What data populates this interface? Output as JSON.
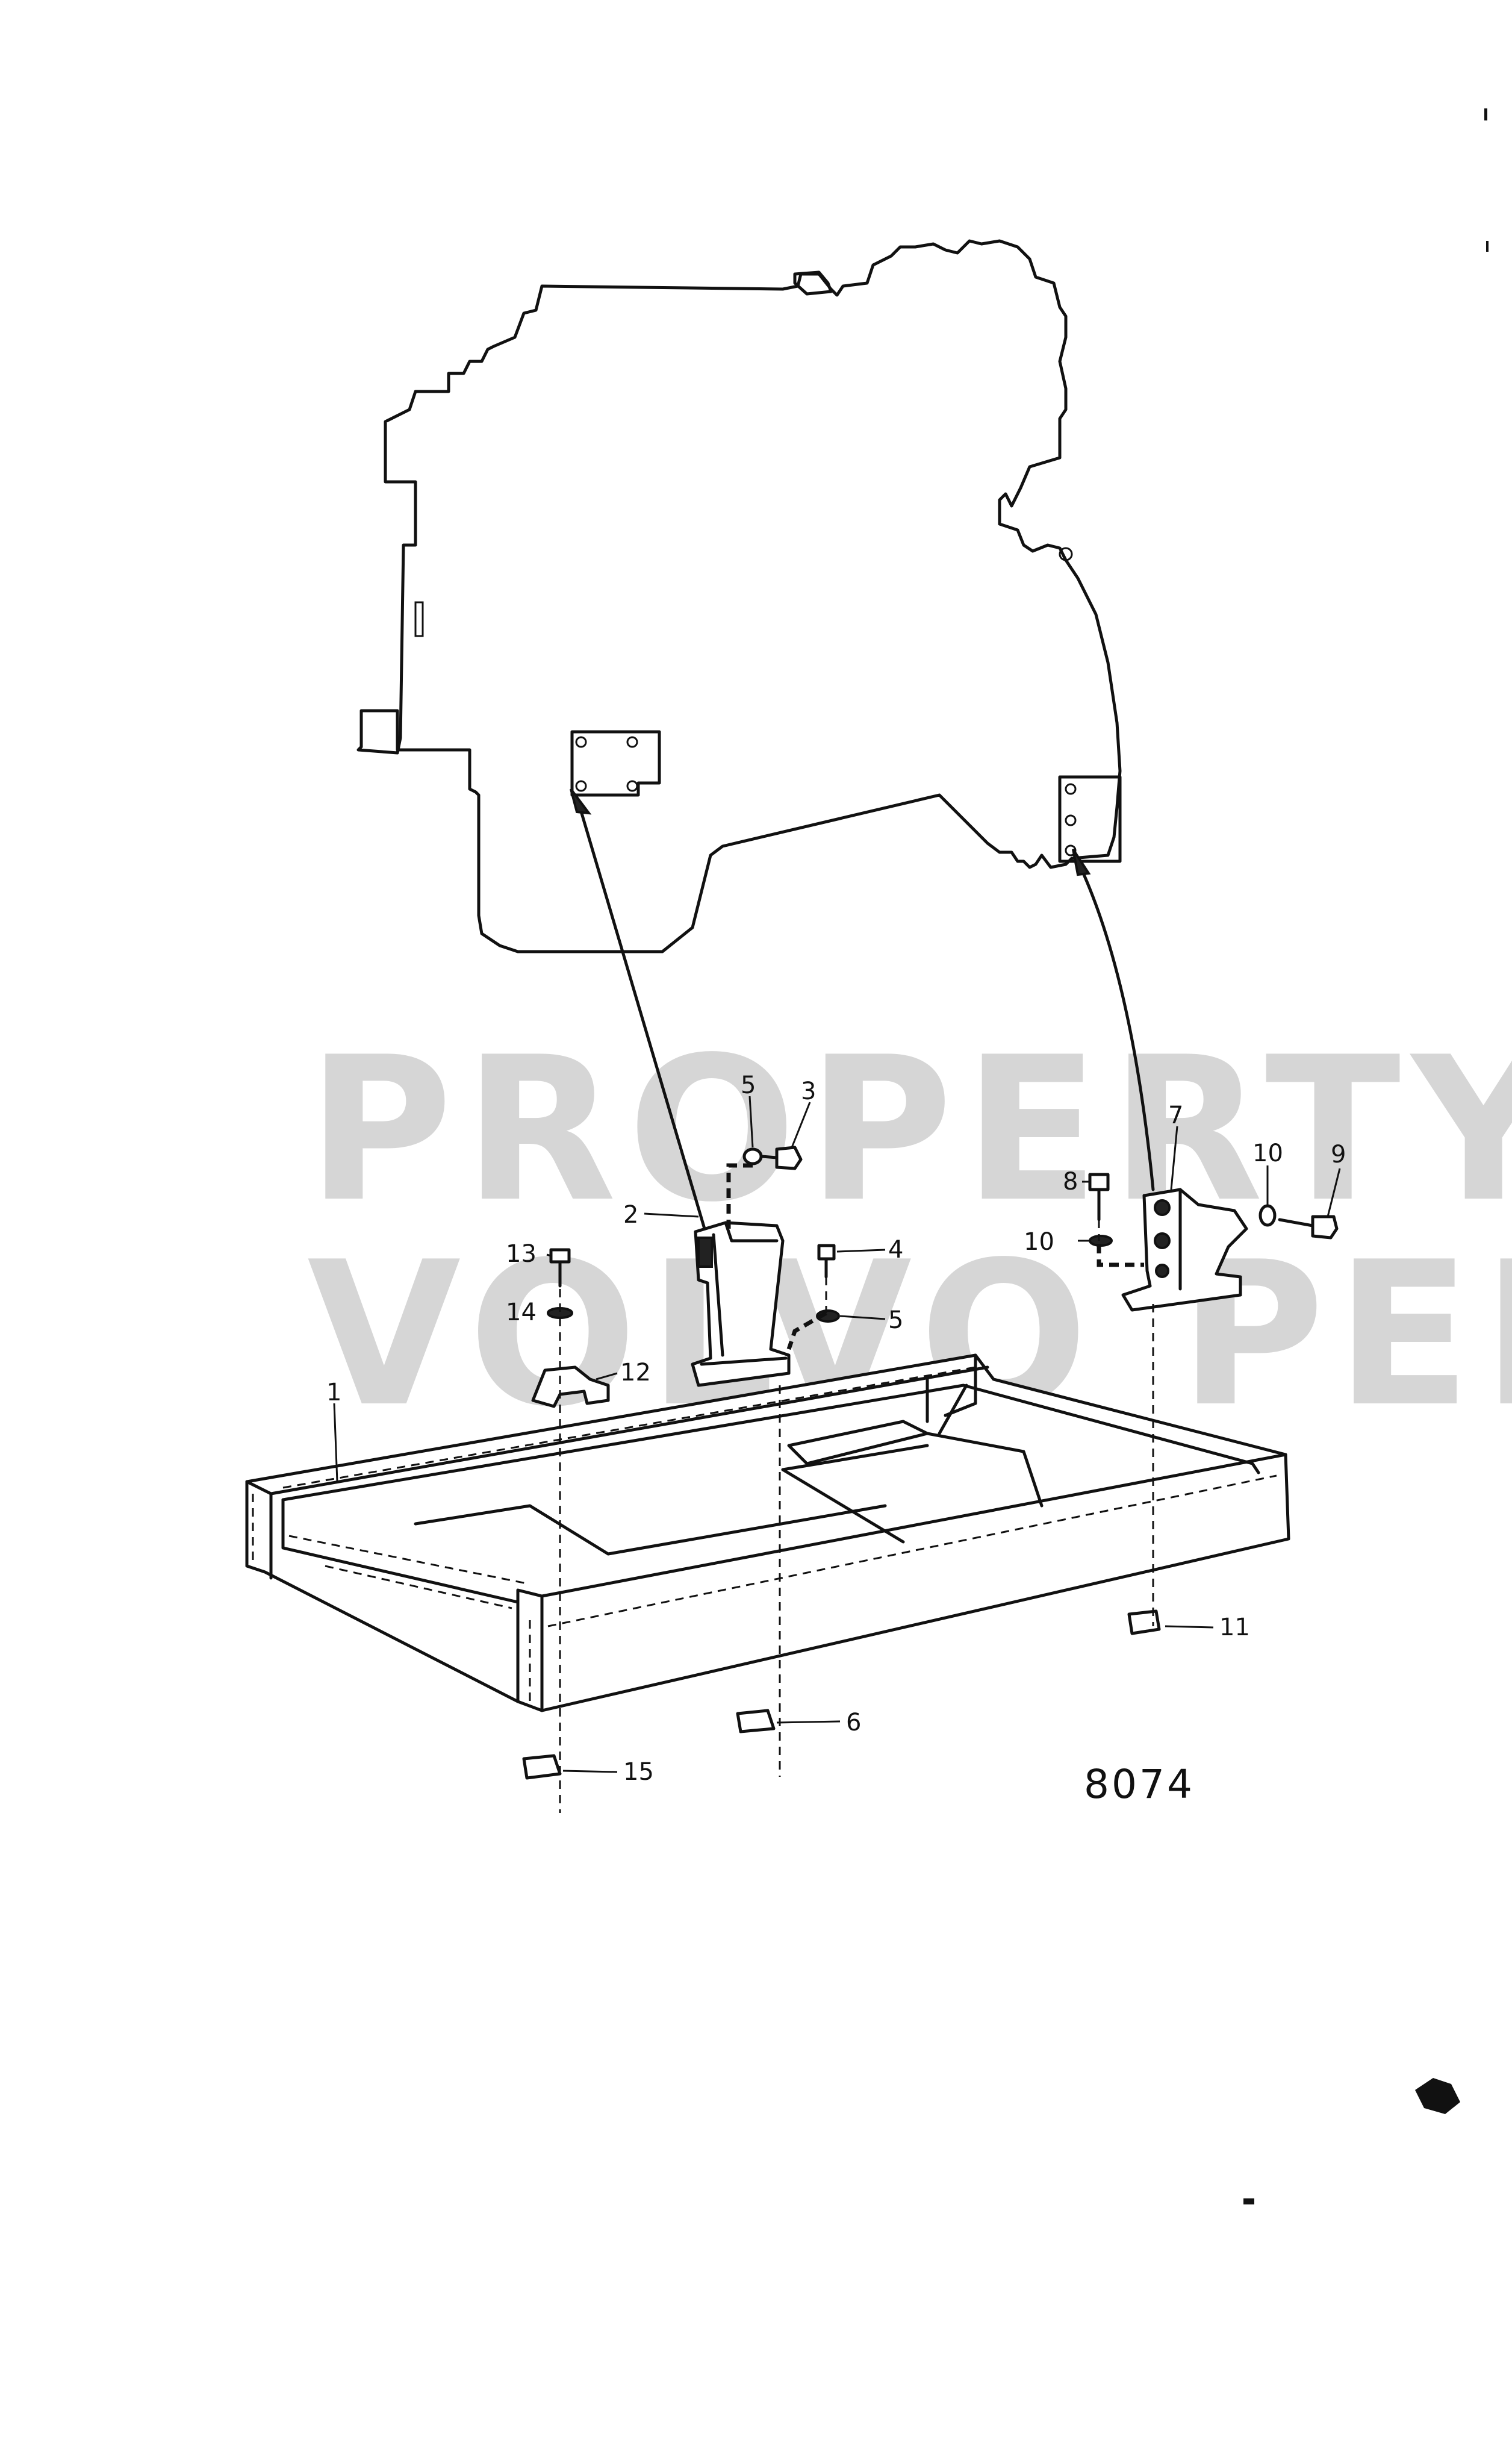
{
  "watermark": {
    "line1": "PROPERTY OF",
    "line2": "VOLVO PENTA"
  },
  "drawing_number": "8074",
  "callouts": [
    {
      "id": "c1",
      "label": "1"
    },
    {
      "id": "c2",
      "label": "2"
    },
    {
      "id": "c3",
      "label": "3"
    },
    {
      "id": "c4",
      "label": "4"
    },
    {
      "id": "c5a",
      "label": "5"
    },
    {
      "id": "c5b",
      "label": "5"
    },
    {
      "id": "c6",
      "label": "6"
    },
    {
      "id": "c7",
      "label": "7"
    },
    {
      "id": "c8",
      "label": "8"
    },
    {
      "id": "c9",
      "label": "9"
    },
    {
      "id": "c10a",
      "label": "10"
    },
    {
      "id": "c10b",
      "label": "10"
    },
    {
      "id": "c11",
      "label": "11"
    },
    {
      "id": "c12",
      "label": "12"
    },
    {
      "id": "c13",
      "label": "13"
    },
    {
      "id": "c14",
      "label": "14"
    },
    {
      "id": "c15",
      "label": "15"
    }
  ]
}
